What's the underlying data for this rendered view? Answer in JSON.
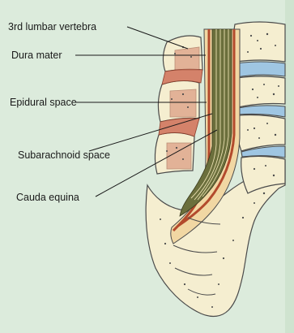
{
  "figure": {
    "labels": {
      "vertebra": "3rd lumbar vertebra",
      "dura": "Dura mater",
      "epidural": "Epidural space",
      "subarachnoid": "Subarachnoid space",
      "cauda": "Cauda equina"
    },
    "colors": {
      "background": "#dcebdc",
      "bone": "#f5eed0",
      "disc": "#9fc6e2",
      "ligament": "#d4826a",
      "dura": "#b34a2c",
      "epidural_fat": "#f1d7a3",
      "nerve_root": "#4f5428"
    }
  }
}
